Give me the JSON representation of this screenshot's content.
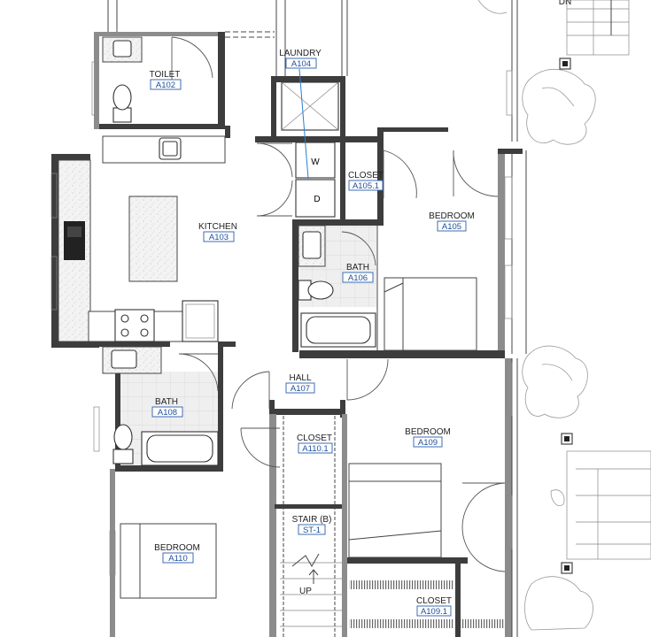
{
  "colors": {
    "wall": "#3d3d3d",
    "tag_text": "#1f4f9a",
    "tag_border": "#2a5fb0"
  },
  "rooms": [
    {
      "id": "toilet",
      "name": "TOILET",
      "tag": "A102"
    },
    {
      "id": "laundry",
      "name": "LAUNDRY",
      "tag": "A104"
    },
    {
      "id": "closet-105",
      "name": "CLOSET",
      "tag": "A105.1"
    },
    {
      "id": "kitchen",
      "name": "KITCHEN",
      "tag": "A103"
    },
    {
      "id": "bedroom-105",
      "name": "BEDROOM",
      "tag": "A105"
    },
    {
      "id": "bath-106",
      "name": "BATH",
      "tag": "A106"
    },
    {
      "id": "hall",
      "name": "HALL",
      "tag": "A107"
    },
    {
      "id": "bath-108",
      "name": "BATH",
      "tag": "A108"
    },
    {
      "id": "closet-110",
      "name": "CLOSET",
      "tag": "A110.1"
    },
    {
      "id": "bedroom-109",
      "name": "BEDROOM",
      "tag": "A109"
    },
    {
      "id": "stair",
      "name": "STAIR (B)",
      "tag": "ST-1"
    },
    {
      "id": "bedroom-110",
      "name": "BEDROOM",
      "tag": "A110"
    },
    {
      "id": "closet-109",
      "name": "CLOSET",
      "tag": "A109.1"
    }
  ],
  "fixtures": {
    "washer": "W",
    "dryer": "D"
  },
  "annotations": {
    "stair_up": "UP",
    "stair_down": "DN"
  }
}
